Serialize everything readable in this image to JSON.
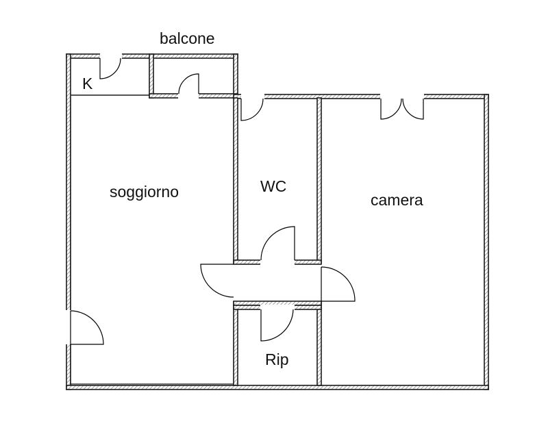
{
  "rooms": {
    "balcony": "balcone",
    "kitchen": "K",
    "living_room": "soggiorno",
    "bathroom": "WC",
    "bedroom": "camera",
    "storage": "Rip"
  },
  "colors": {
    "wall_outline": "#1a1a1a",
    "wall_hatch": "#9a9a9a",
    "background": "#ffffff"
  }
}
